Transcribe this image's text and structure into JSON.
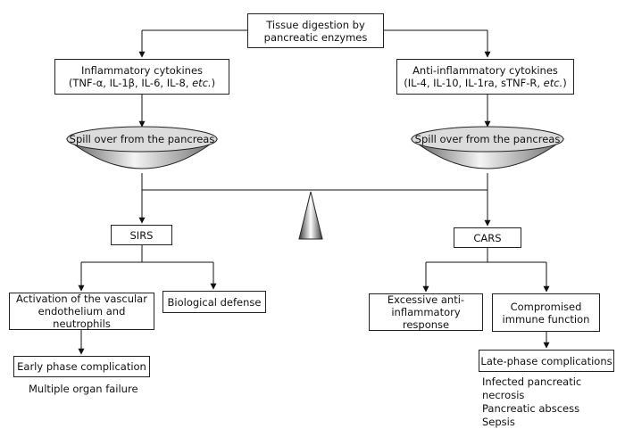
{
  "top": {
    "line1": "Tissue digestion by",
    "line2": "pancreatic enzymes"
  },
  "inflammatory": {
    "title": "Inflammatory cytokines",
    "list": "(TNF-α, IL-1β, IL-6, IL-8, ",
    "etc": "etc."
  },
  "anti_inflammatory": {
    "title": "Anti-inflammatory cytokines",
    "list": "(IL-4, IL-10, IL-1ra, sTNF-R, ",
    "etc": "etc."
  },
  "spill_left": "Spill over from the pancreas",
  "spill_right": "Spill over from the pancreas",
  "sirs": "SIRS",
  "cars": "CARS",
  "activation": {
    "line1": "Activation of the vascular",
    "line2": "endothelium and neutrophils"
  },
  "biological_defense": "Biological defense",
  "excessive": {
    "line1": "Excessive anti-",
    "line2": "inflammatory response"
  },
  "compromised": {
    "line1": "Compromised",
    "line2": "immune function"
  },
  "early_phase": "Early phase complication",
  "multiple_organ": "Multiple organ failure",
  "late_phase": "Late-phase complications",
  "late_items": [
    "Infected pancreatic necrosis",
    "Pancreatic abscess",
    "Sepsis"
  ]
}
